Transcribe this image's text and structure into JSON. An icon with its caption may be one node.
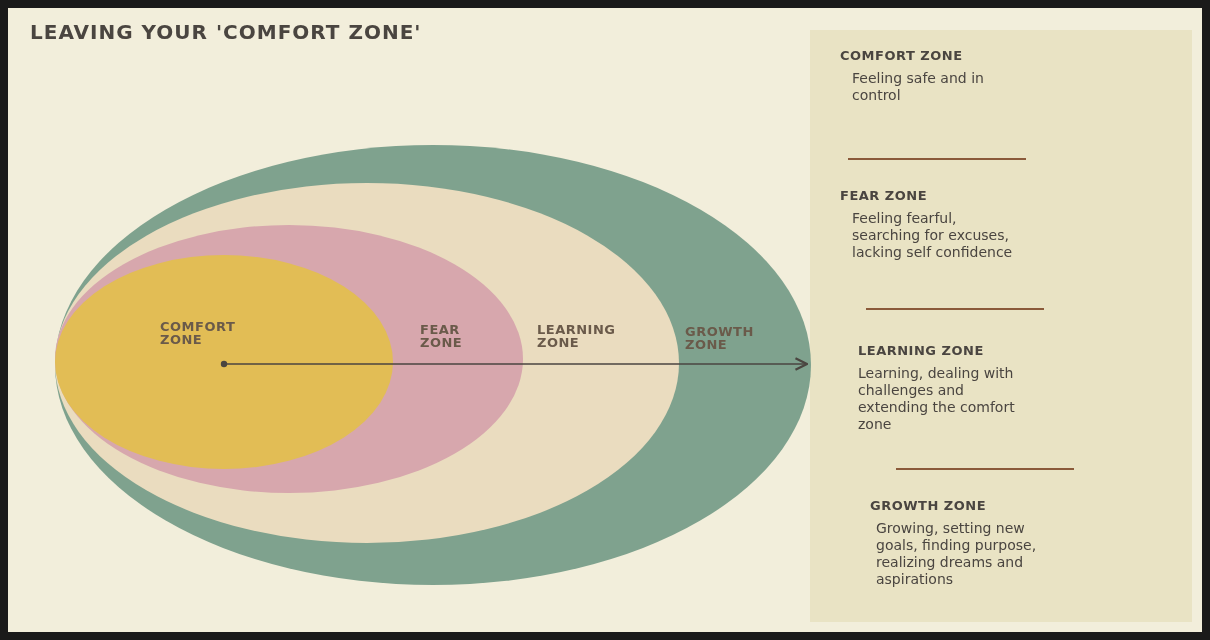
{
  "diagram": {
    "title": "LEAVING YOUR 'COMFORT ZONE'",
    "nodes": [
      {
        "text": [
          "GROWTH ZONE"
        ]
      },
      {
        "text": [
          "LEARNING ZONE"
        ],
        "in": 0
      },
      {
        "text": [
          "FEAR ZONE"
        ],
        "in": 1
      },
      {
        "text": [
          "COMFORT ZONE"
        ],
        "in": 2
      }
    ],
    "edges": [
      {
        "from": 3,
        "to": 0,
        "arrow": "to"
      }
    ],
    "labels": [
      "COMFORT ZONE",
      "Feeling safe and in control",
      "FEAR ZONE",
      "Feeling fearful, searching for excuses, lacking self confidence",
      "LEARNING ZONE",
      "Learning, dealing with challenges and extending the comfort zone",
      "GROWTH ZONE",
      "Growing, setting new goals, finding purpose, realizing dreams and aspirations"
    ]
  }
}
